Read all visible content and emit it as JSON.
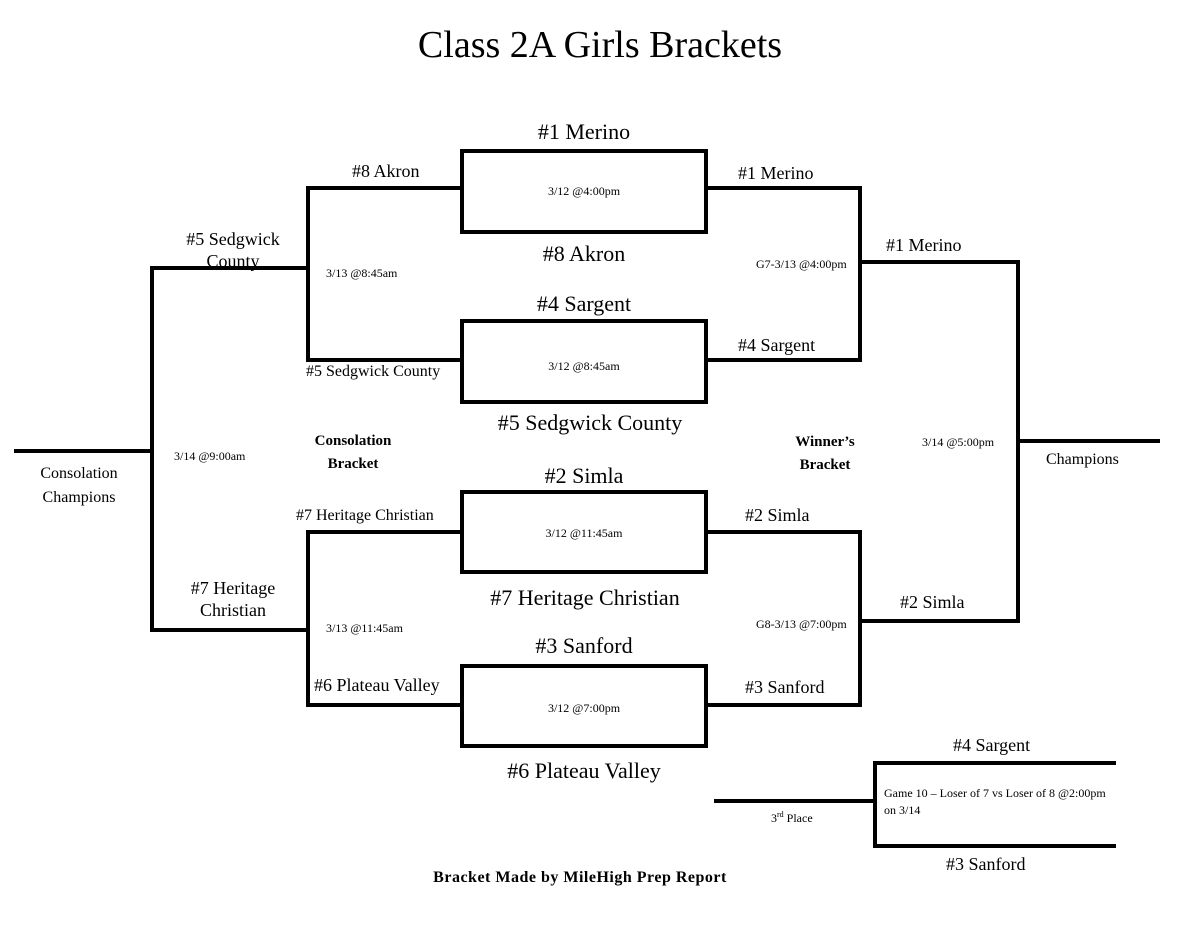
{
  "title": "Class 2A Girls Brackets",
  "games": {
    "g1": {
      "top": "#1 Merino",
      "bottom": "#8 Akron",
      "time": "3/12 @4:00pm"
    },
    "g2": {
      "top": "#4 Sargent",
      "bottom": "#5 Sedgwick County",
      "time": "3/12 @8:45am"
    },
    "g3": {
      "top": "#2 Simla",
      "bottom": "#7 Heritage Christian",
      "time": "3/12 @11:45am"
    },
    "g4": {
      "top": "#3 Sanford",
      "bottom": "#6 Plateau Valley",
      "time": "3/12 @7:00pm"
    }
  },
  "consolation": {
    "label": "Consolation Bracket",
    "r1_top_a": "#8 Akron",
    "r1_top_b": "#5 Sedgwick County",
    "r1_top_time": "3/13 @8:45am",
    "r1_bot_a": "#7 Heritage Christian",
    "r1_bot_b": "#6 Plateau Valley",
    "r1_bot_time": "3/13 @11:45am",
    "final_top": "#5 Sedgwick County",
    "final_bot": "#7 Heritage Christian",
    "final_time": "3/14 @9:00am",
    "champion_label": "Consolation Champions"
  },
  "winners": {
    "label": "Winner’s Bracket",
    "semi_top_a": "#1 Merino",
    "semi_top_b": "#4 Sargent",
    "semi_top_time": "G7-3/13 @4:00pm",
    "semi_bot_a": "#2 Simla",
    "semi_bot_b": "#3 Sanford",
    "semi_bot_time": "G8-3/13 @7:00pm",
    "final_top": "#1 Merino",
    "final_bot": "#2 Simla",
    "final_time": "3/14 @5:00pm",
    "champion_label": "Champions"
  },
  "third_place": {
    "top": "#4 Sargent",
    "bottom": "#3 Sanford",
    "game_info": "Game 10 – Loser of 7 vs Loser of 8 @2:00pm on 3/14",
    "label_prefix": "3",
    "label_sup": "rd",
    "label_suffix": " Place"
  },
  "credit": "Bracket Made by MileHigh Prep Report"
}
